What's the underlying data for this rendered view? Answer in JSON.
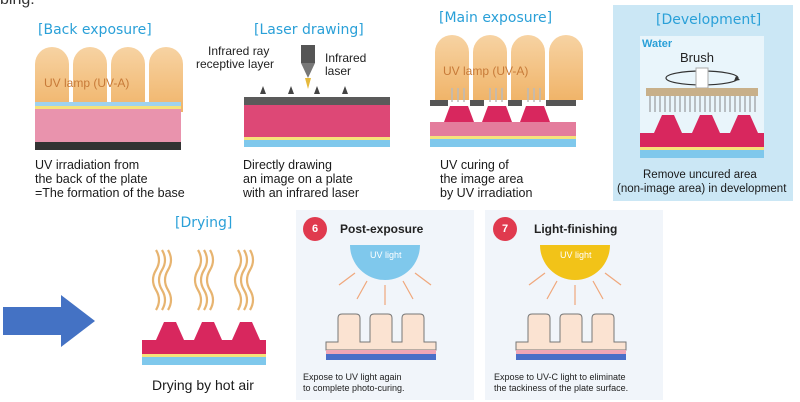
{
  "header_partial": "bing:",
  "steps": [
    {
      "title": "[Back exposure]",
      "lamp": "UV lamp (UV-A)",
      "caption": [
        "UV irradiation from",
        "the back of the plate",
        "=The formation of the base"
      ]
    },
    {
      "title": "[Laser drawing]",
      "labels": {
        "receptive": [
          "Infrared ray",
          "receptive layer"
        ],
        "laser": [
          "Infrared",
          "laser"
        ]
      },
      "caption": [
        "Directly drawing",
        "an image on a plate",
        "with an infrared laser"
      ]
    },
    {
      "title": "[Main exposure]",
      "lamp": "UV lamp (UV-A)",
      "caption": [
        "UV curing of",
        "the image area",
        "by UV irradiation"
      ]
    },
    {
      "title": "[Development]",
      "labels": {
        "water": "Water",
        "brush": "Brush"
      },
      "caption": [
        "Remove uncured area",
        "(non-image area) in development"
      ]
    },
    {
      "title": "[Drying]",
      "caption": [
        "Drying by hot air"
      ]
    },
    {
      "number": "6",
      "title": "Post-exposure",
      "light": "UV light",
      "caption": [
        "Expose to UV light again",
        "to complete photo-curing."
      ]
    },
    {
      "number": "7",
      "title": "Light-finishing",
      "light": "UV light",
      "caption": [
        "Expose to UV-C light to eliminate",
        "the tackiness of the plate surface."
      ]
    }
  ],
  "colors": {
    "title_blue": "#2aa0d8",
    "arrow_blue": "#4472c4",
    "magenta": "#d8275e",
    "badge_red": "#e03a4e",
    "lamp_orange": "#f0b469",
    "uv_blue": "#7fc8ec",
    "uvc_yellow": "#f2c318",
    "panel_bg": "#f1f5fa"
  }
}
